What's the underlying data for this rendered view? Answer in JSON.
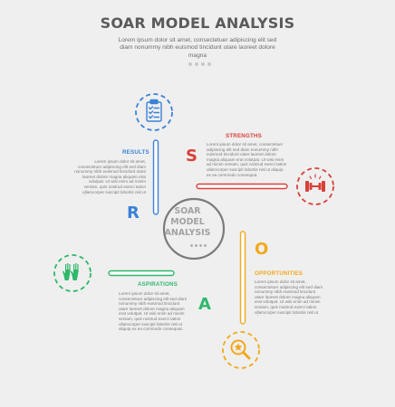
{
  "header": {
    "title": "SOAR MODEL ANALYSIS",
    "subtitle": "Lorem ipsum dolor sit amet, consectetuer adipiscing elit sed diam nonummy nibh euismod tincidunt utare laoreet dolore magna"
  },
  "center": {
    "lines": [
      "SOAR",
      "MODEL",
      "ANALYSIS"
    ]
  },
  "colors": {
    "strengths": "#d8413a",
    "opportunities": "#f2a81d",
    "aspirations": "#2fb86a",
    "results": "#3a82d8",
    "center_ring": "#7b7b7b",
    "text": "#7a7a7a"
  },
  "sections": {
    "strengths": {
      "letter": "S",
      "heading": "STRENGTHS",
      "icon": "dumbbell-icon",
      "body": "Lorem ipsum dolor sit amet, consectetuer adipiscing elit sed diam nonummy nibh euismod tincidunt utare laoreet dolore magna aliquam erat volutpat. Ut wisi enim ad minim veniam, quis nostrud exerci tation ullamcorper suscipit lobortis nisl ut aliquip ex ea commodo consequat."
    },
    "opportunities": {
      "letter": "O",
      "heading": "OPPORTUNITIES",
      "icon": "magnifier-star-icon",
      "body": "Lorem ipsum dolor sit amet, consectetuer adipiscing elit sed diam nonummy nibh euismod tincidunt utare laoreet dolore magna aliquam erat volutpat. Ut wisi enim ad minim veniam, quis nostrud exerci tation ullamcorper suscipit lobortis nisl ut aliquip ex ea commodo consequat."
    },
    "aspirations": {
      "letter": "A",
      "heading": "ASPIRATIONS",
      "icon": "raised-hands-icon",
      "body": "Lorem ipsum dolor sit amet, consectetuer adipiscing elit sed diam nonummy nibh euismod tincidunt utare laoreet dolore magna aliquam erat volutpat. Ut wisi enim ad minim veniam, quis nostrud exerci tation ullamcorper suscipit lobortis nisl ut aliquip ex ea commodo consequat."
    },
    "results": {
      "letter": "R",
      "heading": "RESULTS",
      "icon": "clipboard-checklist-icon",
      "body": "Lorem ipsum dolor sit amet, consectetuer adipiscing elit sed diam nonummy nibh euismod tincidunt utare laoreet dolore magna aliquam erat volutpat. Ut wisi enim ad minim veniam, quis nostrud exerci tation ullamcorper suscipit lobortis nisl ut aliquip ex ea commodo consequat."
    }
  }
}
